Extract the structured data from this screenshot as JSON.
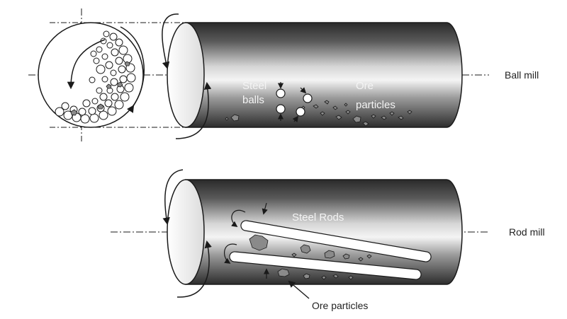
{
  "labels": {
    "ball_mill": "Ball mill",
    "rod_mill": "Rod mill",
    "steel_balls_line1": "Steel",
    "steel_balls_line2": "balls",
    "ore_particles_line1": "Ore",
    "ore_particles_line2": "particles",
    "steel_rods": "Steel Rods",
    "ore_particles_rod": "Ore particles"
  },
  "colors": {
    "line": "#1a1a1a",
    "drum_dark": "#2e2e2e",
    "drum_light": "#f2f2f2",
    "particle": "#8a8a8a"
  }
}
